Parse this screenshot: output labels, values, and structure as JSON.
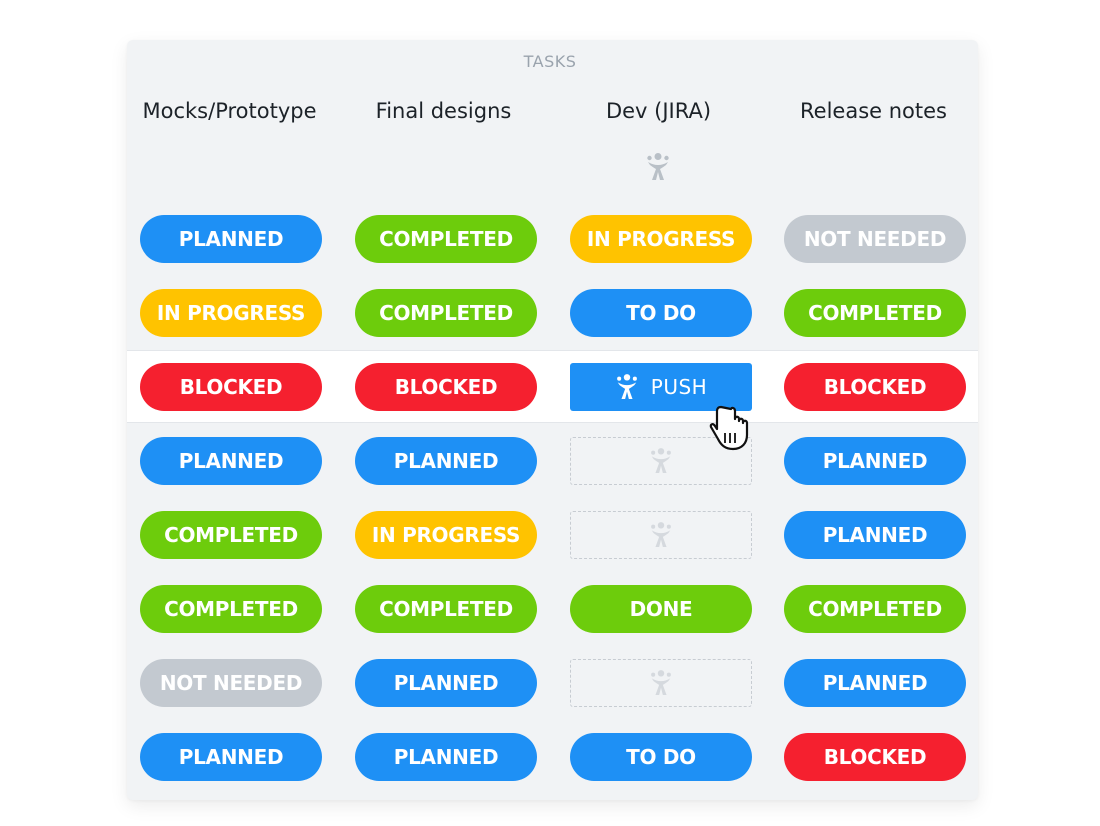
{
  "section_label": "TASKS",
  "columns": [
    "Mocks/Prototype",
    "Final designs",
    "Dev (JIRA)",
    "Release notes"
  ],
  "header_icon": "jira-icon",
  "colors": {
    "blue": "#1e90f5",
    "green": "#6dcc0c",
    "yellow": "#ffc300",
    "red": "#f5202f",
    "gray": "#c3c9d0"
  },
  "rows": [
    [
      {
        "label": "PLANNED",
        "color": "blue"
      },
      {
        "label": "COMPLETED",
        "color": "green"
      },
      {
        "label": "IN PROGRESS",
        "color": "yellow"
      },
      {
        "label": "NOT NEEDED",
        "color": "gray"
      }
    ],
    [
      {
        "label": "IN PROGRESS",
        "color": "yellow"
      },
      {
        "label": "COMPLETED",
        "color": "green"
      },
      {
        "label": "TO DO",
        "color": "blue"
      },
      {
        "label": "COMPLETED",
        "color": "green"
      }
    ],
    [
      {
        "label": "BLOCKED",
        "color": "red"
      },
      {
        "label": "BLOCKED",
        "color": "red"
      },
      {
        "label": "PUSH",
        "type": "push",
        "icon": "jira-icon"
      },
      {
        "label": "BLOCKED",
        "color": "red"
      }
    ],
    [
      {
        "label": "PLANNED",
        "color": "blue"
      },
      {
        "label": "PLANNED",
        "color": "blue"
      },
      {
        "type": "empty",
        "icon": "jira-icon"
      },
      {
        "label": "PLANNED",
        "color": "blue"
      }
    ],
    [
      {
        "label": "COMPLETED",
        "color": "green"
      },
      {
        "label": "IN PROGRESS",
        "color": "yellow"
      },
      {
        "type": "empty",
        "icon": "jira-icon"
      },
      {
        "label": "PLANNED",
        "color": "blue"
      }
    ],
    [
      {
        "label": "COMPLETED",
        "color": "green"
      },
      {
        "label": "COMPLETED",
        "color": "green"
      },
      {
        "label": "DONE",
        "color": "green"
      },
      {
        "label": "COMPLETED",
        "color": "green"
      }
    ],
    [
      {
        "label": "NOT NEEDED",
        "color": "gray"
      },
      {
        "label": "PLANNED",
        "color": "blue"
      },
      {
        "type": "empty",
        "icon": "jira-icon"
      },
      {
        "label": "PLANNED",
        "color": "blue"
      }
    ],
    [
      {
        "label": "PLANNED",
        "color": "blue"
      },
      {
        "label": "PLANNED",
        "color": "blue"
      },
      {
        "label": "TO DO",
        "color": "blue"
      },
      {
        "label": "BLOCKED",
        "color": "red"
      }
    ]
  ],
  "cursor_icon": "hand-pointer-icon"
}
